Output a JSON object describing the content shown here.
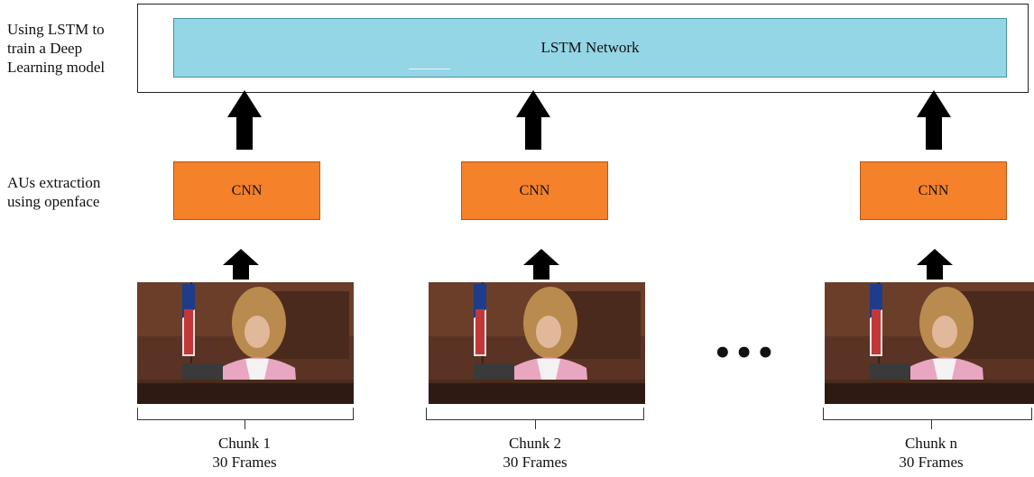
{
  "labels": {
    "lstm_side": "Using LSTM to\ntrain a Deep\nLearning model",
    "aus_side": "AUs extraction\nusing openface"
  },
  "lstm": {
    "label": "LSTM Network",
    "color": "#94d6e6"
  },
  "cnn": {
    "color": "#f5812b",
    "boxes": [
      "CNN",
      "CNN",
      "CNN"
    ]
  },
  "ellipsis": "•••",
  "chunks": [
    {
      "name": "Chunk 1",
      "frames": "30 Frames"
    },
    {
      "name": "Chunk 2",
      "frames": "30 Frames"
    },
    {
      "name": "Chunk n",
      "frames": "30 Frames"
    }
  ]
}
